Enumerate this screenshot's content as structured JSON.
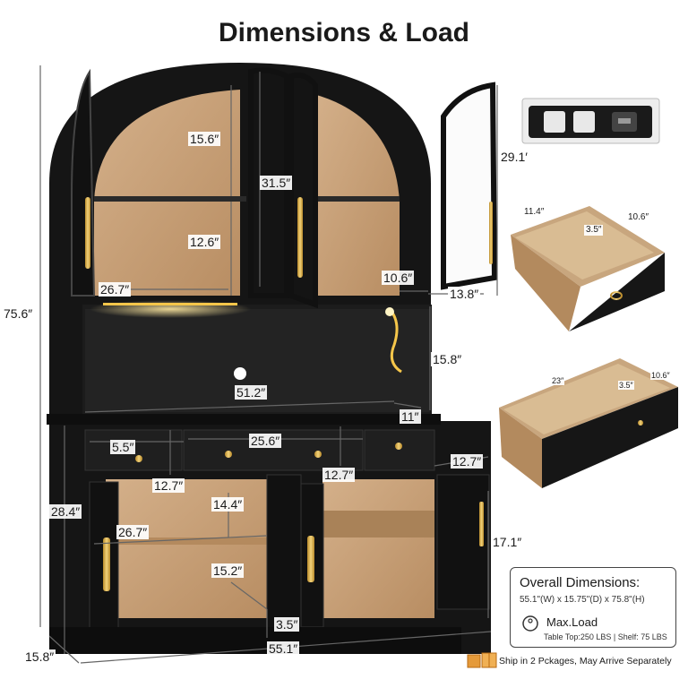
{
  "title": "Dimensions & Load",
  "dimensions": {
    "total_height": "75.6″",
    "upper_height": "29.1′",
    "lower_height": "28.4″",
    "upper_shelf_top": "15.6″",
    "upper_shelf_bottom": "12.6″",
    "upper_cabinet_height": "31.5″",
    "upper_width": "26.7″",
    "upper_depth": "10.6″",
    "door_width": "13.8″",
    "hutch_height": "15.8″",
    "hutch_width": "51.2″",
    "hutch_depth": "11″",
    "drawer_small_width": "5.5″",
    "drawer_large_width": "25.6″",
    "drawer_height_left": "12.7″",
    "drawer_height_right": "12.7″",
    "drawer_depth_right": "12.7″",
    "lower_shelf_top": "14.4″",
    "lower_width": "26.7″",
    "lower_shelf_bottom": "15.2″",
    "lower_door_height": "17.1″",
    "lower_gap": "3.5″",
    "base_depth": "15.8″",
    "base_width": "55.1″"
  },
  "drawer_top": {
    "w": "11.4″",
    "h": "3.5″",
    "d": "10.6″"
  },
  "drawer_bottom": {
    "w": "23″",
    "h": "3.5″",
    "d": "10.6″"
  },
  "overall": {
    "heading": "Overall Dimensions:",
    "values": "55.1\"(W) x 15.75\"(D) x 75.8\"(H)",
    "load_heading": "Max.Load",
    "load_values": "Table Top:250 LBS | Shelf: 75 LBS"
  },
  "shipping": "Ship in 2 Pckages, May Arrive Separately",
  "colors": {
    "cabinet": "#141414",
    "wood": "#c9a57d",
    "wood_dark": "#a98258",
    "gold": "#d4a93f",
    "led": "#f5c64a"
  }
}
